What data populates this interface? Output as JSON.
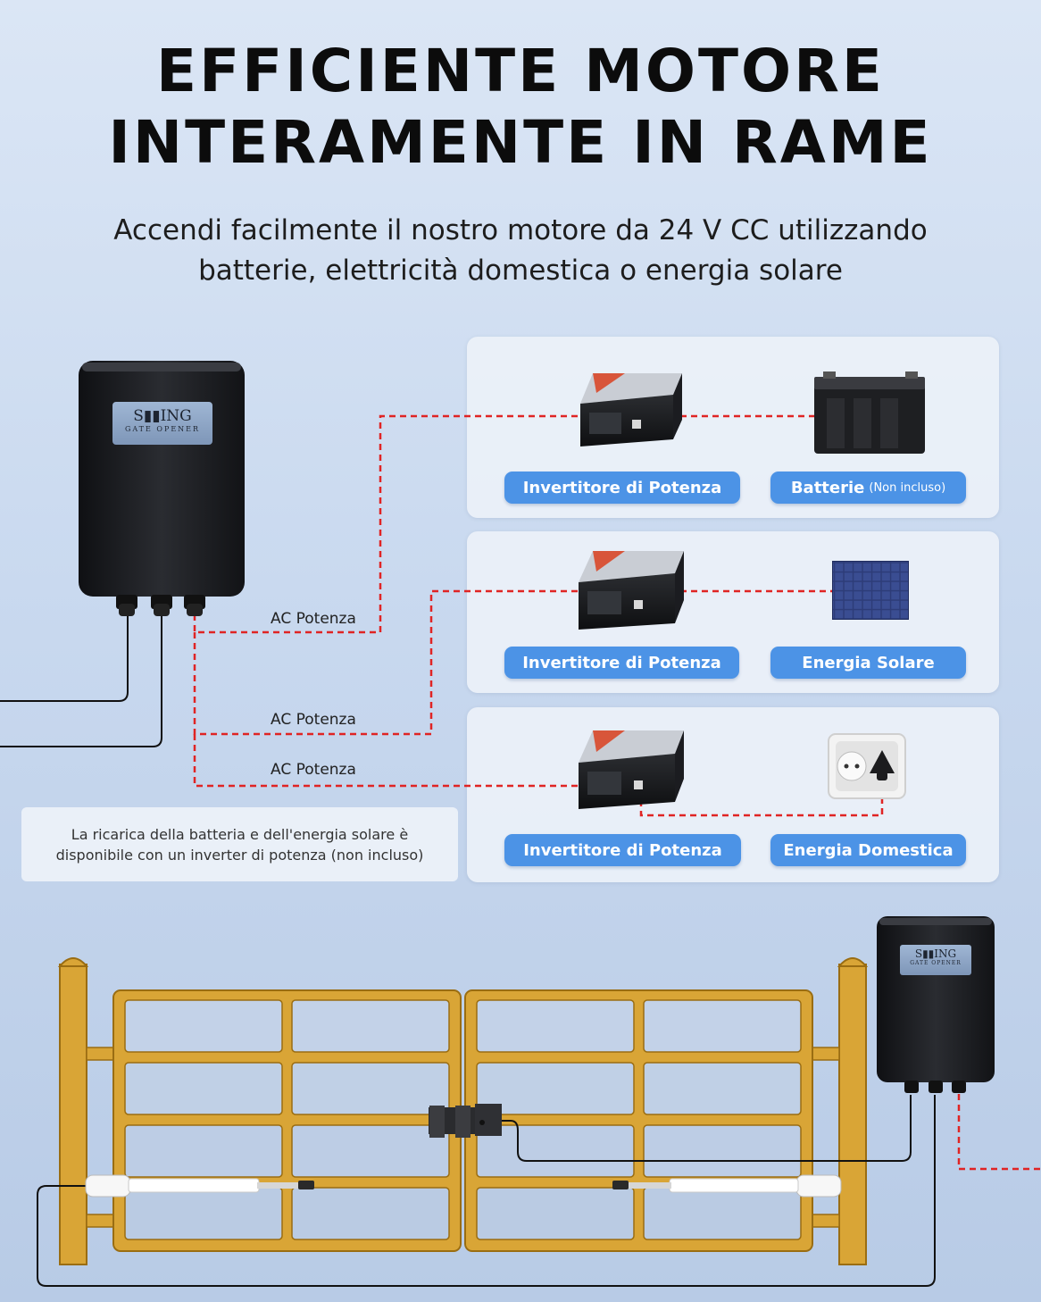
{
  "title": {
    "line1": "EFFICIENTE MOTORE",
    "line2": "INTERAMENTE IN RAME"
  },
  "subtitle": {
    "line1": "Accendi facilmente il nostro motore da 24 V CC utilizzando",
    "line2": "batterie, elettricità domestica o energia solare"
  },
  "control_box": {
    "brand": "S▮▮ING",
    "tagline": "GATE OPENER"
  },
  "ac_labels": [
    "AC Potenza",
    "AC Potenza",
    "AC Potenza"
  ],
  "panels": [
    {
      "left_label": "Invertitore di Potenza",
      "right_label": "Batterie",
      "right_note": "(Non incluso)",
      "right_icon": "battery-icon"
    },
    {
      "left_label": "Invertitore di Potenza",
      "right_label": "Energia Solare",
      "right_note": "",
      "right_icon": "solar-panel-icon"
    },
    {
      "left_label": "Invertitore di Potenza",
      "right_label": "Energia Domestica",
      "right_note": "",
      "right_icon": "wall-socket-icon"
    }
  ],
  "note": {
    "line1": "La ricarica della batteria e dell'energia solare è",
    "line2": "disponibile con un inverter di potenza (non incluso)"
  },
  "colors": {
    "accent": "#4c93e6",
    "wire_red": "#e02424",
    "gate_yellow": "#d9a536",
    "box_black": "#1b1c1f"
  }
}
